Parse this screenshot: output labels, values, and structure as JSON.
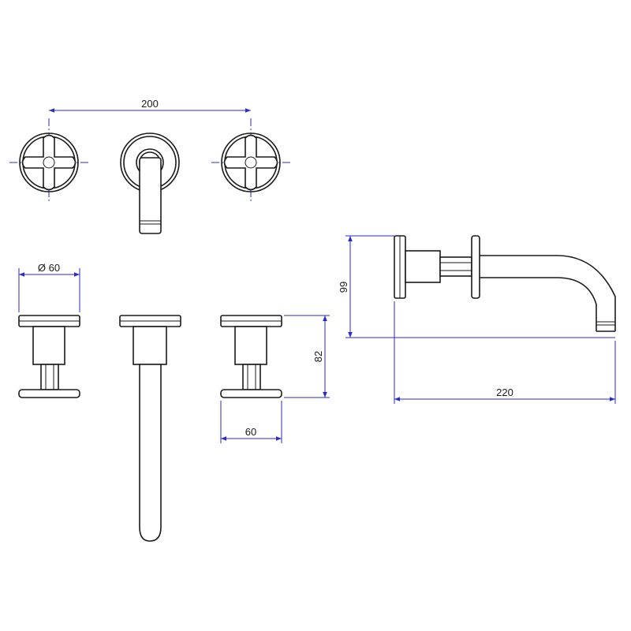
{
  "dimensions": {
    "top_width": "200",
    "handle_diameter": "Ø 60",
    "handle_width": "60",
    "handle_height": "82",
    "spout_height": "99",
    "spout_projection": "220"
  },
  "colors": {
    "line": "#1a1a1a",
    "dimension": "#2a2ad0"
  }
}
